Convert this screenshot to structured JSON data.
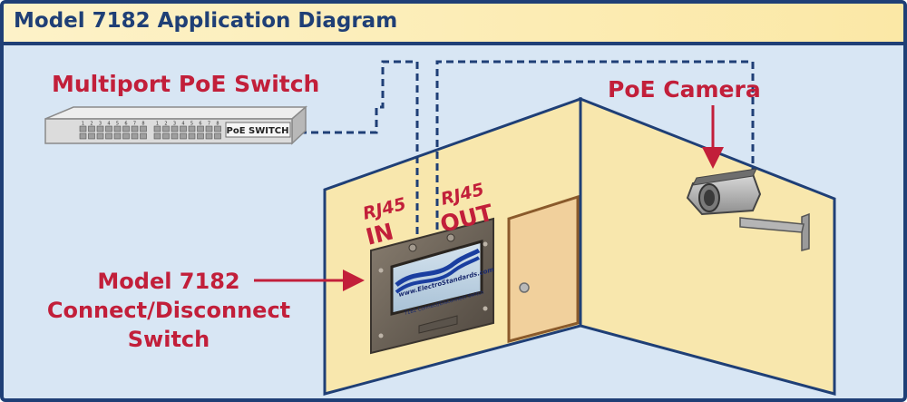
{
  "title": "Model 7182 Application Diagram",
  "switch_label": "Multiport PoE Switch",
  "switch_panel_text": "PoE SWITCH",
  "port_numbers": [
    "1",
    "2",
    "3",
    "4",
    "5",
    "6",
    "7",
    "8",
    "1",
    "2",
    "3",
    "4",
    "5",
    "6",
    "7",
    "8"
  ],
  "camera_label": "PoE Camera",
  "rj45_in": {
    "top": "RJ45",
    "bottom": "IN"
  },
  "rj45_out": {
    "top": "RJ45",
    "bottom": "OUT"
  },
  "model_label": {
    "line1": "Model 7182",
    "line2": "Connect/Disconnect",
    "line3": "Switch"
  },
  "faceplate": {
    "website": "www.ElectroStandards.com",
    "subtitle": "7182 Connect/Disconnect Switch"
  },
  "colors": {
    "label_red": "#c21f3a",
    "navy": "#1f3f76",
    "wall": "#f8e7ad",
    "background": "#d8e6f4"
  }
}
